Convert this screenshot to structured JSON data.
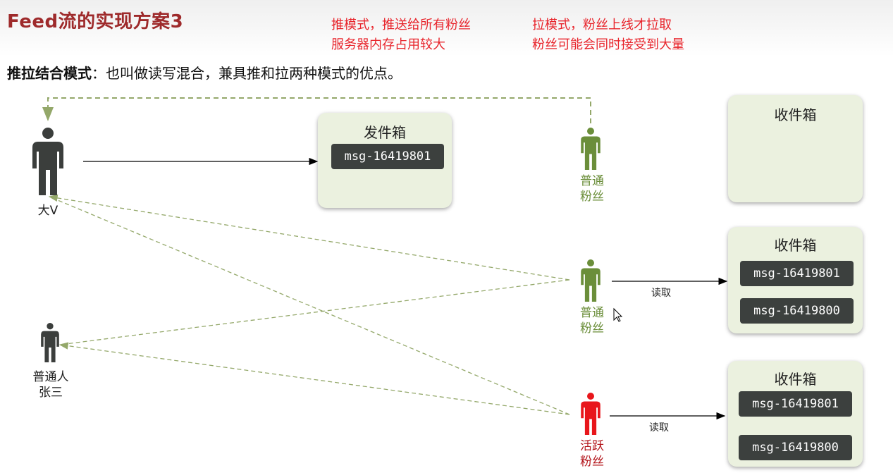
{
  "header": {
    "title": "Feed流的实现方案3"
  },
  "notes": {
    "push": [
      "推模式，推送给所有粉丝",
      "服务器内存占用较大"
    ],
    "pull": [
      "拉模式，粉丝上线才拉取",
      "粉丝可能会同时接受到大量"
    ]
  },
  "subtitle": {
    "bold": "推拉结合模式",
    "rest": "：也叫做读写混合，兼具推和拉两种模式的优点。"
  },
  "outbox": {
    "title": "发件箱",
    "msg": "msg-16419801"
  },
  "inboxes": [
    {
      "title": "收件箱",
      "msgs": []
    },
    {
      "title": "收件箱",
      "msgs": [
        "msg-16419801",
        "msg-16419800"
      ]
    },
    {
      "title": "收件箱",
      "msgs": [
        "msg-16419801",
        "msg-16419800"
      ]
    }
  ],
  "people": {
    "bigv": {
      "label": "大V"
    },
    "normal": {
      "label1": "普通人",
      "label2": "张三"
    },
    "fan1": {
      "label1": "普通",
      "label2": "粉丝"
    },
    "fan2": {
      "label1": "普通",
      "label2": "粉丝"
    },
    "active": {
      "label1": "活跃",
      "label2": "粉丝"
    }
  },
  "edges": {
    "read1": "读取",
    "read2": "读取"
  },
  "colors": {
    "title": "#9e2a2b",
    "note": "#e8242b",
    "dark_person": "#3b3e3c",
    "fan_person": "#6b8e3a",
    "active_person": "#e8161b",
    "dashed": "#94a86a",
    "box": "#ebf1df",
    "msg": "#3c403e"
  }
}
